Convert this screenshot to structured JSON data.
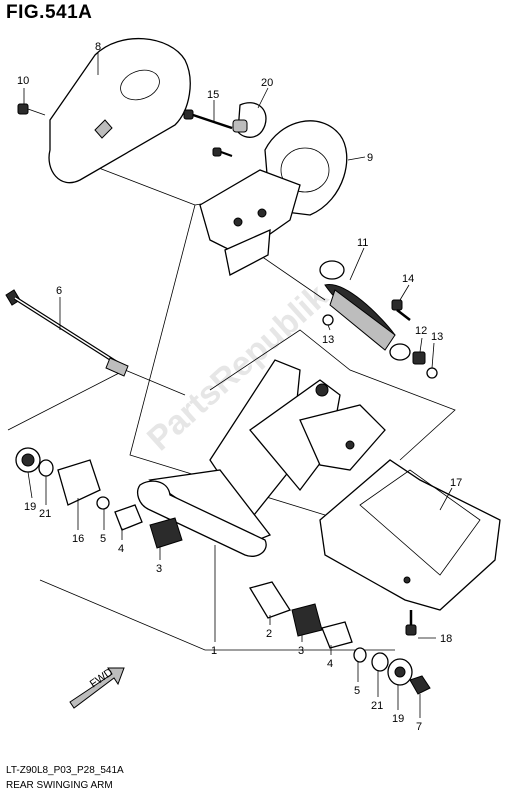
{
  "figure": {
    "title": "FIG.541A",
    "code": "LT-Z90L8_P03_P28_541A",
    "caption": "REAR SWINGING ARM",
    "watermark": "PartsRepublik",
    "direction_label": "FWD"
  },
  "callouts": [
    {
      "key": "c8",
      "label": "8"
    },
    {
      "key": "c10",
      "label": "10"
    },
    {
      "key": "c15",
      "label": "15"
    },
    {
      "key": "c20",
      "label": "20"
    },
    {
      "key": "c9",
      "label": "9"
    },
    {
      "key": "c6",
      "label": "6"
    },
    {
      "key": "c11",
      "label": "11"
    },
    {
      "key": "c14",
      "label": "14"
    },
    {
      "key": "c12",
      "label": "12"
    },
    {
      "key": "c13a",
      "label": "13"
    },
    {
      "key": "c13b",
      "label": "13"
    },
    {
      "key": "c17",
      "label": "17"
    },
    {
      "key": "c19a",
      "label": "19"
    },
    {
      "key": "c21a",
      "label": "21"
    },
    {
      "key": "c16",
      "label": "16"
    },
    {
      "key": "c5a",
      "label": "5"
    },
    {
      "key": "c4a",
      "label": "4"
    },
    {
      "key": "c3a",
      "label": "3"
    },
    {
      "key": "c1",
      "label": "1"
    },
    {
      "key": "c2",
      "label": "2"
    },
    {
      "key": "c3b",
      "label": "3"
    },
    {
      "key": "c4b",
      "label": "4"
    },
    {
      "key": "c5b",
      "label": "5"
    },
    {
      "key": "c21b",
      "label": "21"
    },
    {
      "key": "c19b",
      "label": "19"
    },
    {
      "key": "c7",
      "label": "7"
    },
    {
      "key": "c18",
      "label": "18"
    }
  ]
}
